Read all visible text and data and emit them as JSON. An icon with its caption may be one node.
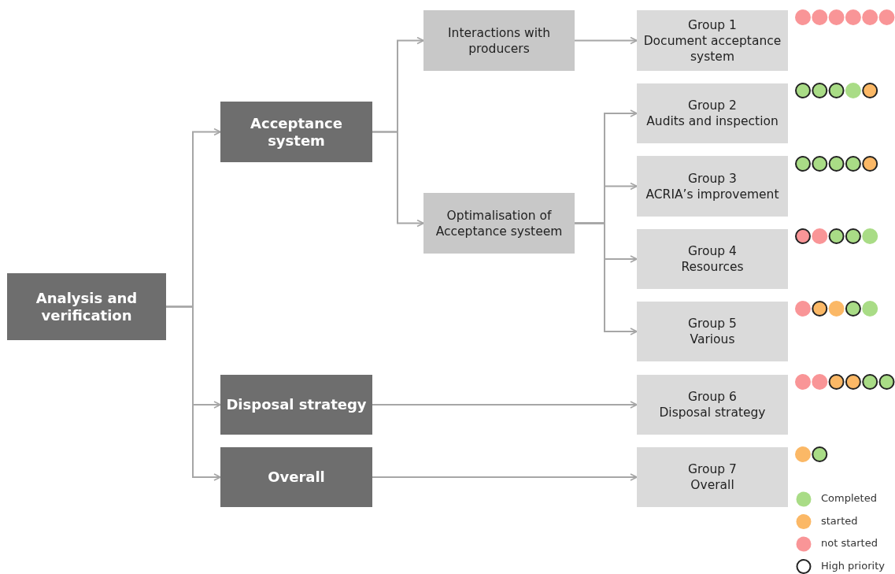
{
  "diagram": {
    "nodes": [
      {
        "text": [
          "Analysis and verification"
        ]
      },
      {
        "text": [
          "Acceptance system"
        ]
      },
      {
        "text": [
          "Disposal strategy"
        ]
      },
      {
        "text": [
          "Overall"
        ]
      },
      {
        "text": [
          "Interactions with producers"
        ]
      },
      {
        "text": [
          "Optimalisation of Acceptance systeem"
        ]
      },
      {
        "text": [
          "Group 1",
          "Document acceptance system"
        ]
      },
      {
        "text": [
          "Group 2",
          "Audits and inspection"
        ]
      },
      {
        "text": [
          "Group 3",
          "ACRIA’s improvement"
        ]
      },
      {
        "text": [
          "Group 4",
          "Resources"
        ]
      },
      {
        "text": [
          "Group 5",
          "Various"
        ]
      },
      {
        "text": [
          "Group 6",
          "Disposal strategy"
        ]
      },
      {
        "text": [
          "Group 7",
          "Overall"
        ]
      }
    ],
    "edges": [
      {
        "from": 0,
        "to": 1,
        "arrow": "to"
      },
      {
        "from": 0,
        "to": 2,
        "arrow": "to"
      },
      {
        "from": 0,
        "to": 3,
        "arrow": "to"
      },
      {
        "from": 1,
        "to": 4,
        "arrow": "to"
      },
      {
        "from": 1,
        "to": 5,
        "arrow": "to"
      },
      {
        "from": 4,
        "to": 6,
        "arrow": "to"
      },
      {
        "from": 5,
        "to": 7,
        "arrow": "to"
      },
      {
        "from": 5,
        "to": 8,
        "arrow": "to"
      },
      {
        "from": 5,
        "to": 9,
        "arrow": "to"
      },
      {
        "from": 5,
        "to": 10,
        "arrow": "to"
      },
      {
        "from": 2,
        "to": 11,
        "arrow": "to"
      },
      {
        "from": 3,
        "to": 12,
        "arrow": "to"
      }
    ],
    "legend": [
      {
        "text": "Completed",
        "color": "#a9dc86"
      },
      {
        "text": "started",
        "color": "#fbb866"
      },
      {
        "text": "not started",
        "color": "#f99597"
      },
      {
        "text": "High priority"
      }
    ]
  }
}
